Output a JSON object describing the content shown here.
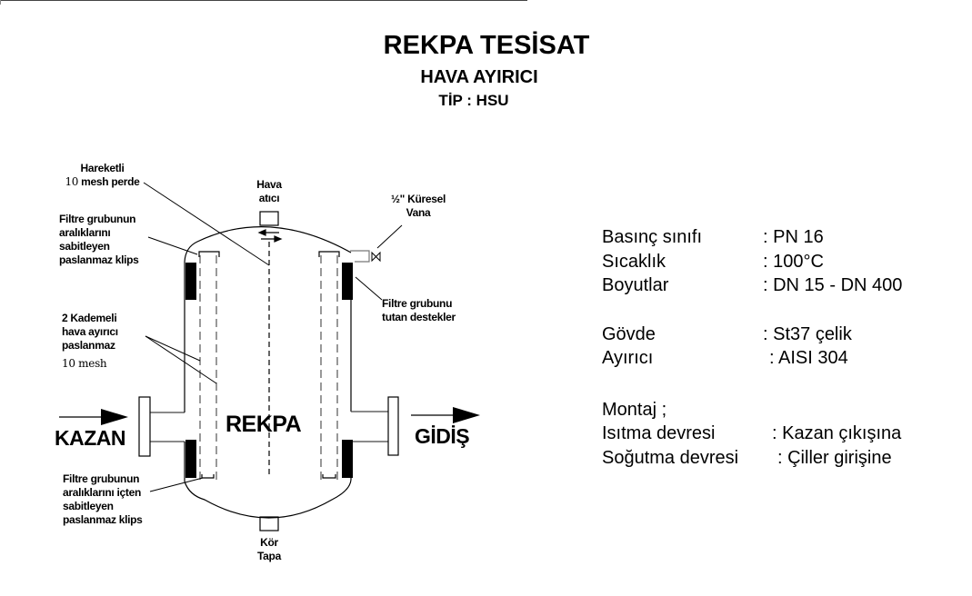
{
  "header": {
    "company": "REKPA TESİSAT",
    "product": "HAVA  AYIRICI",
    "type": "TİP : HSU"
  },
  "diagram": {
    "labels": {
      "moving_mesh_line1": "Hareketli",
      "moving_mesh_num": "10",
      "moving_mesh_line2": " mesh perde",
      "clip_top_line1": "Filtre grubunun",
      "clip_top_line2": "aralıklarını",
      "clip_top_line3": "sabitleyen",
      "clip_top_line4": "paslanmaz klips",
      "separator_line1": "2 Kademeli",
      "separator_line2": "hava ayırıcı",
      "separator_line3": "paslanmaz",
      "separator_line4": "10 mesh",
      "clip_bottom_line1": "Filtre grubunun",
      "clip_bottom_line2": "aralıklarını içten",
      "clip_bottom_line3": "sabitleyen",
      "clip_bottom_line4": "paslanmaz klips",
      "air_vent_line1": "Hava",
      "air_vent_line2": "atıcı",
      "ball_valve_line1": "½\" Küresel",
      "ball_valve_line2": "Vana",
      "supports_line1": "Filtre grubunu",
      "supports_line2": "tutan destekler",
      "blind_plug_line1": "Kör",
      "blind_plug_line2": "Tapa",
      "inlet": "KAZAN",
      "outlet": "GİDİŞ",
      "body_brand": "REKPA"
    }
  },
  "specs": {
    "group1": [
      {
        "label": "Basınç sınıfı",
        "value": ": PN 16"
      },
      {
        "label": "Sıcaklık",
        "value": ": 100°C"
      },
      {
        "label": "Boyutlar",
        "value": ": DN 15 - DN 400"
      }
    ],
    "group2": [
      {
        "label": "Gövde",
        "value": ": St37 çelik"
      },
      {
        "label": "Ayırıcı",
        "value": ": AISI 304"
      }
    ],
    "mounting": {
      "title": "Montaj ;",
      "items": [
        {
          "label": "Isıtma devresi",
          "value": ": Kazan çıkışına"
        },
        {
          "label": "Soğutma devresi",
          "value": ": Çiller girişine"
        }
      ]
    }
  }
}
